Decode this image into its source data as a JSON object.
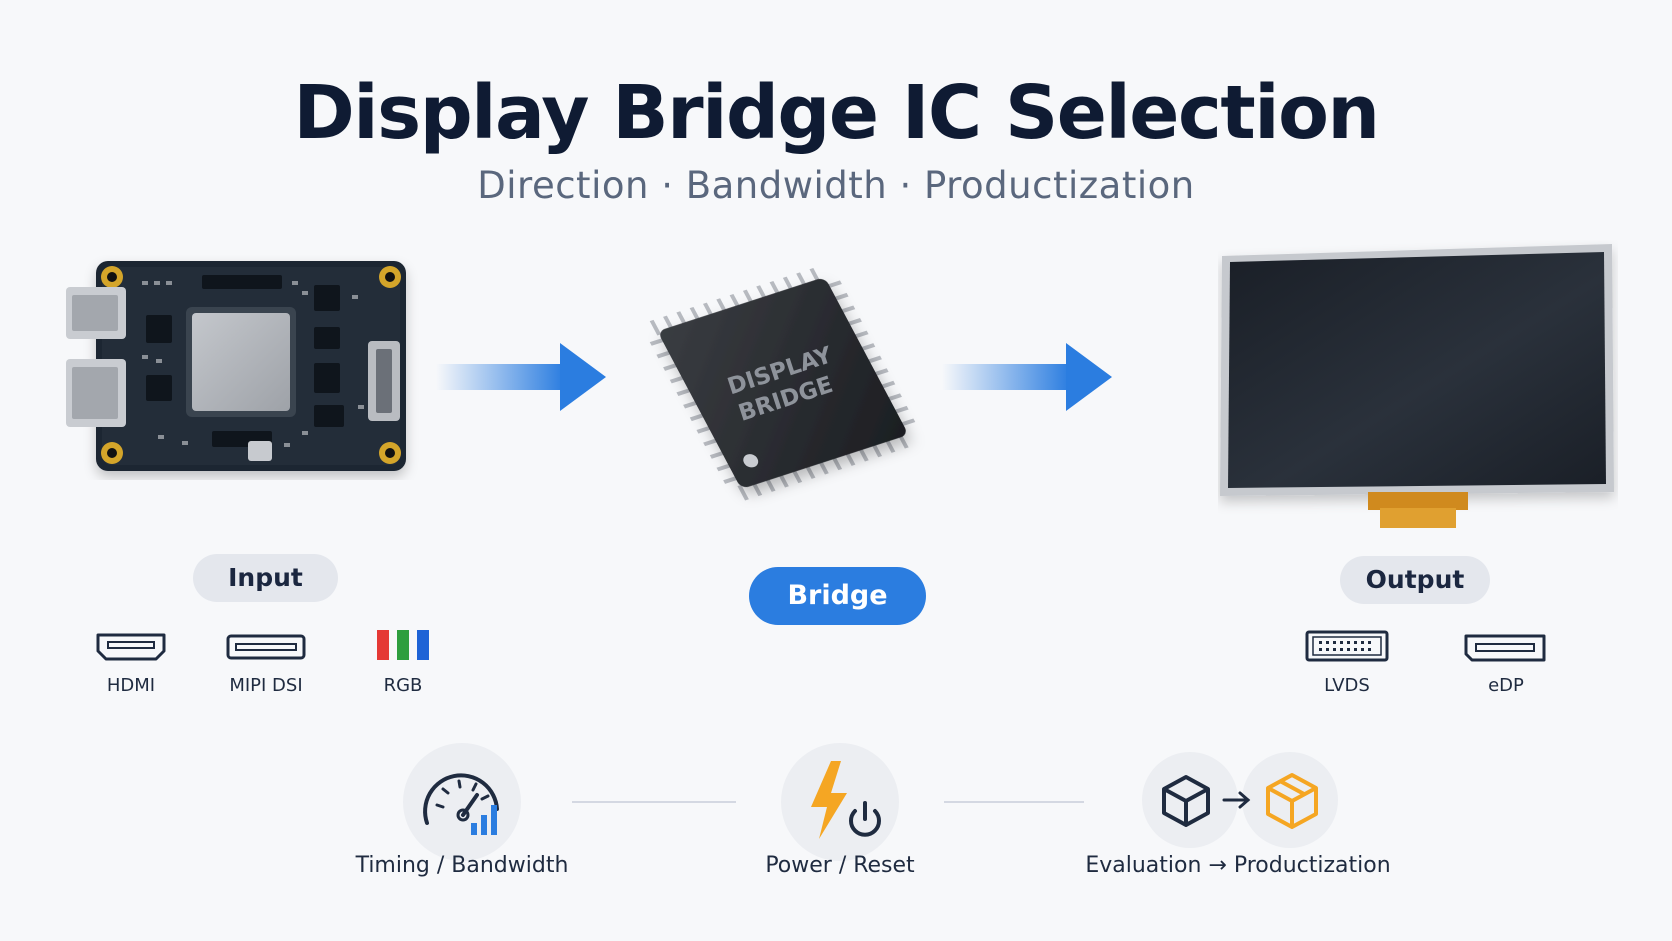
{
  "header": {
    "title": "Display Bridge IC Selection",
    "subtitle": "Direction · Bandwidth · Productization"
  },
  "diagram": {
    "chip_text": [
      "DISPLAY",
      "BRIDGE"
    ],
    "input": {
      "label": "Input",
      "interfaces": [
        {
          "label": "HDMI",
          "icon": "hdmi-port-icon"
        },
        {
          "label": "MIPI DSI",
          "icon": "mipi-dsi-connector-icon"
        },
        {
          "label": "RGB",
          "icon": "rgb-bars-icon"
        }
      ]
    },
    "bridge": {
      "label": "Bridge"
    },
    "output": {
      "label": "Output",
      "interfaces": [
        {
          "label": "LVDS",
          "icon": "lvds-connector-icon"
        },
        {
          "label": "eDP",
          "icon": "edp-connector-icon"
        }
      ]
    }
  },
  "features": [
    {
      "label": "Timing / Bandwidth",
      "icon": "gauge-bandwidth-icon"
    },
    {
      "label": "Power / Reset",
      "icon": "power-reset-icon"
    },
    {
      "label": "Evaluation → Productization",
      "icon": "box-to-package-icon"
    }
  ],
  "colors": {
    "accent": "#2b7de0",
    "title": "#0f1b33",
    "subtitle": "#5a677d",
    "rgb_red": "#e53935",
    "rgb_green": "#2e9e3e",
    "rgb_blue": "#1e63d6",
    "package_orange": "#f5a623"
  }
}
